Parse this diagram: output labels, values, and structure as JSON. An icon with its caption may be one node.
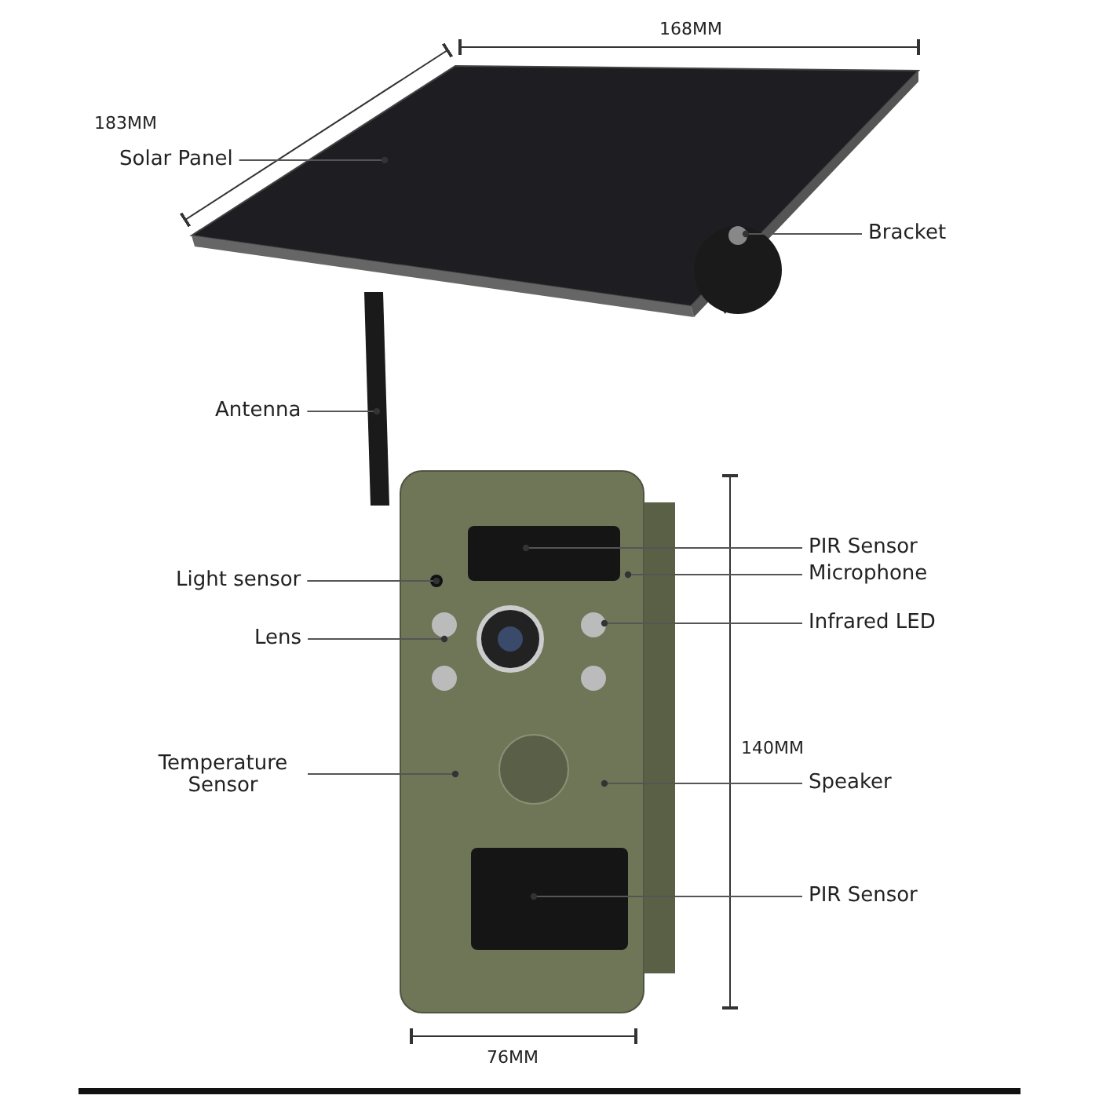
{
  "diagram": {
    "nodes": [
      {
        "text": [
          "Solar Panel"
        ]
      },
      {
        "text": [
          "Bracket"
        ]
      },
      {
        "text": [
          "Antenna"
        ]
      },
      {
        "text": [
          "PIR Sensor"
        ]
      },
      {
        "text": [
          "Light sensor"
        ]
      },
      {
        "text": [
          "Microphone"
        ]
      },
      {
        "text": [
          "Lens"
        ]
      },
      {
        "text": [
          "Infrared LED"
        ]
      },
      {
        "text": [
          "Temperature Sensor"
        ]
      },
      {
        "text": [
          "Speaker"
        ]
      },
      {
        "text": [
          "PIR Sensor"
        ]
      }
    ],
    "edges": [
      {
        "from": 0,
        "to": null,
        "arrow": "other"
      },
      {
        "from": 1,
        "to": null,
        "arrow": "other"
      },
      {
        "from": 2,
        "to": null,
        "arrow": "other"
      },
      {
        "from": 3,
        "to": null,
        "arrow": "other"
      },
      {
        "from": 4,
        "to": null,
        "arrow": "other"
      },
      {
        "from": 5,
        "to": null,
        "arrow": "other"
      },
      {
        "from": 6,
        "to": null,
        "arrow": "other"
      },
      {
        "from": 7,
        "to": null,
        "arrow": "other"
      },
      {
        "from": 8,
        "to": null,
        "arrow": "other"
      },
      {
        "from": 9,
        "to": null,
        "arrow": "other"
      },
      {
        "from": 10,
        "to": null,
        "arrow": "other"
      }
    ],
    "labels": [
      "168MM",
      "183MM",
      "140MM",
      "76MM"
    ]
  }
}
